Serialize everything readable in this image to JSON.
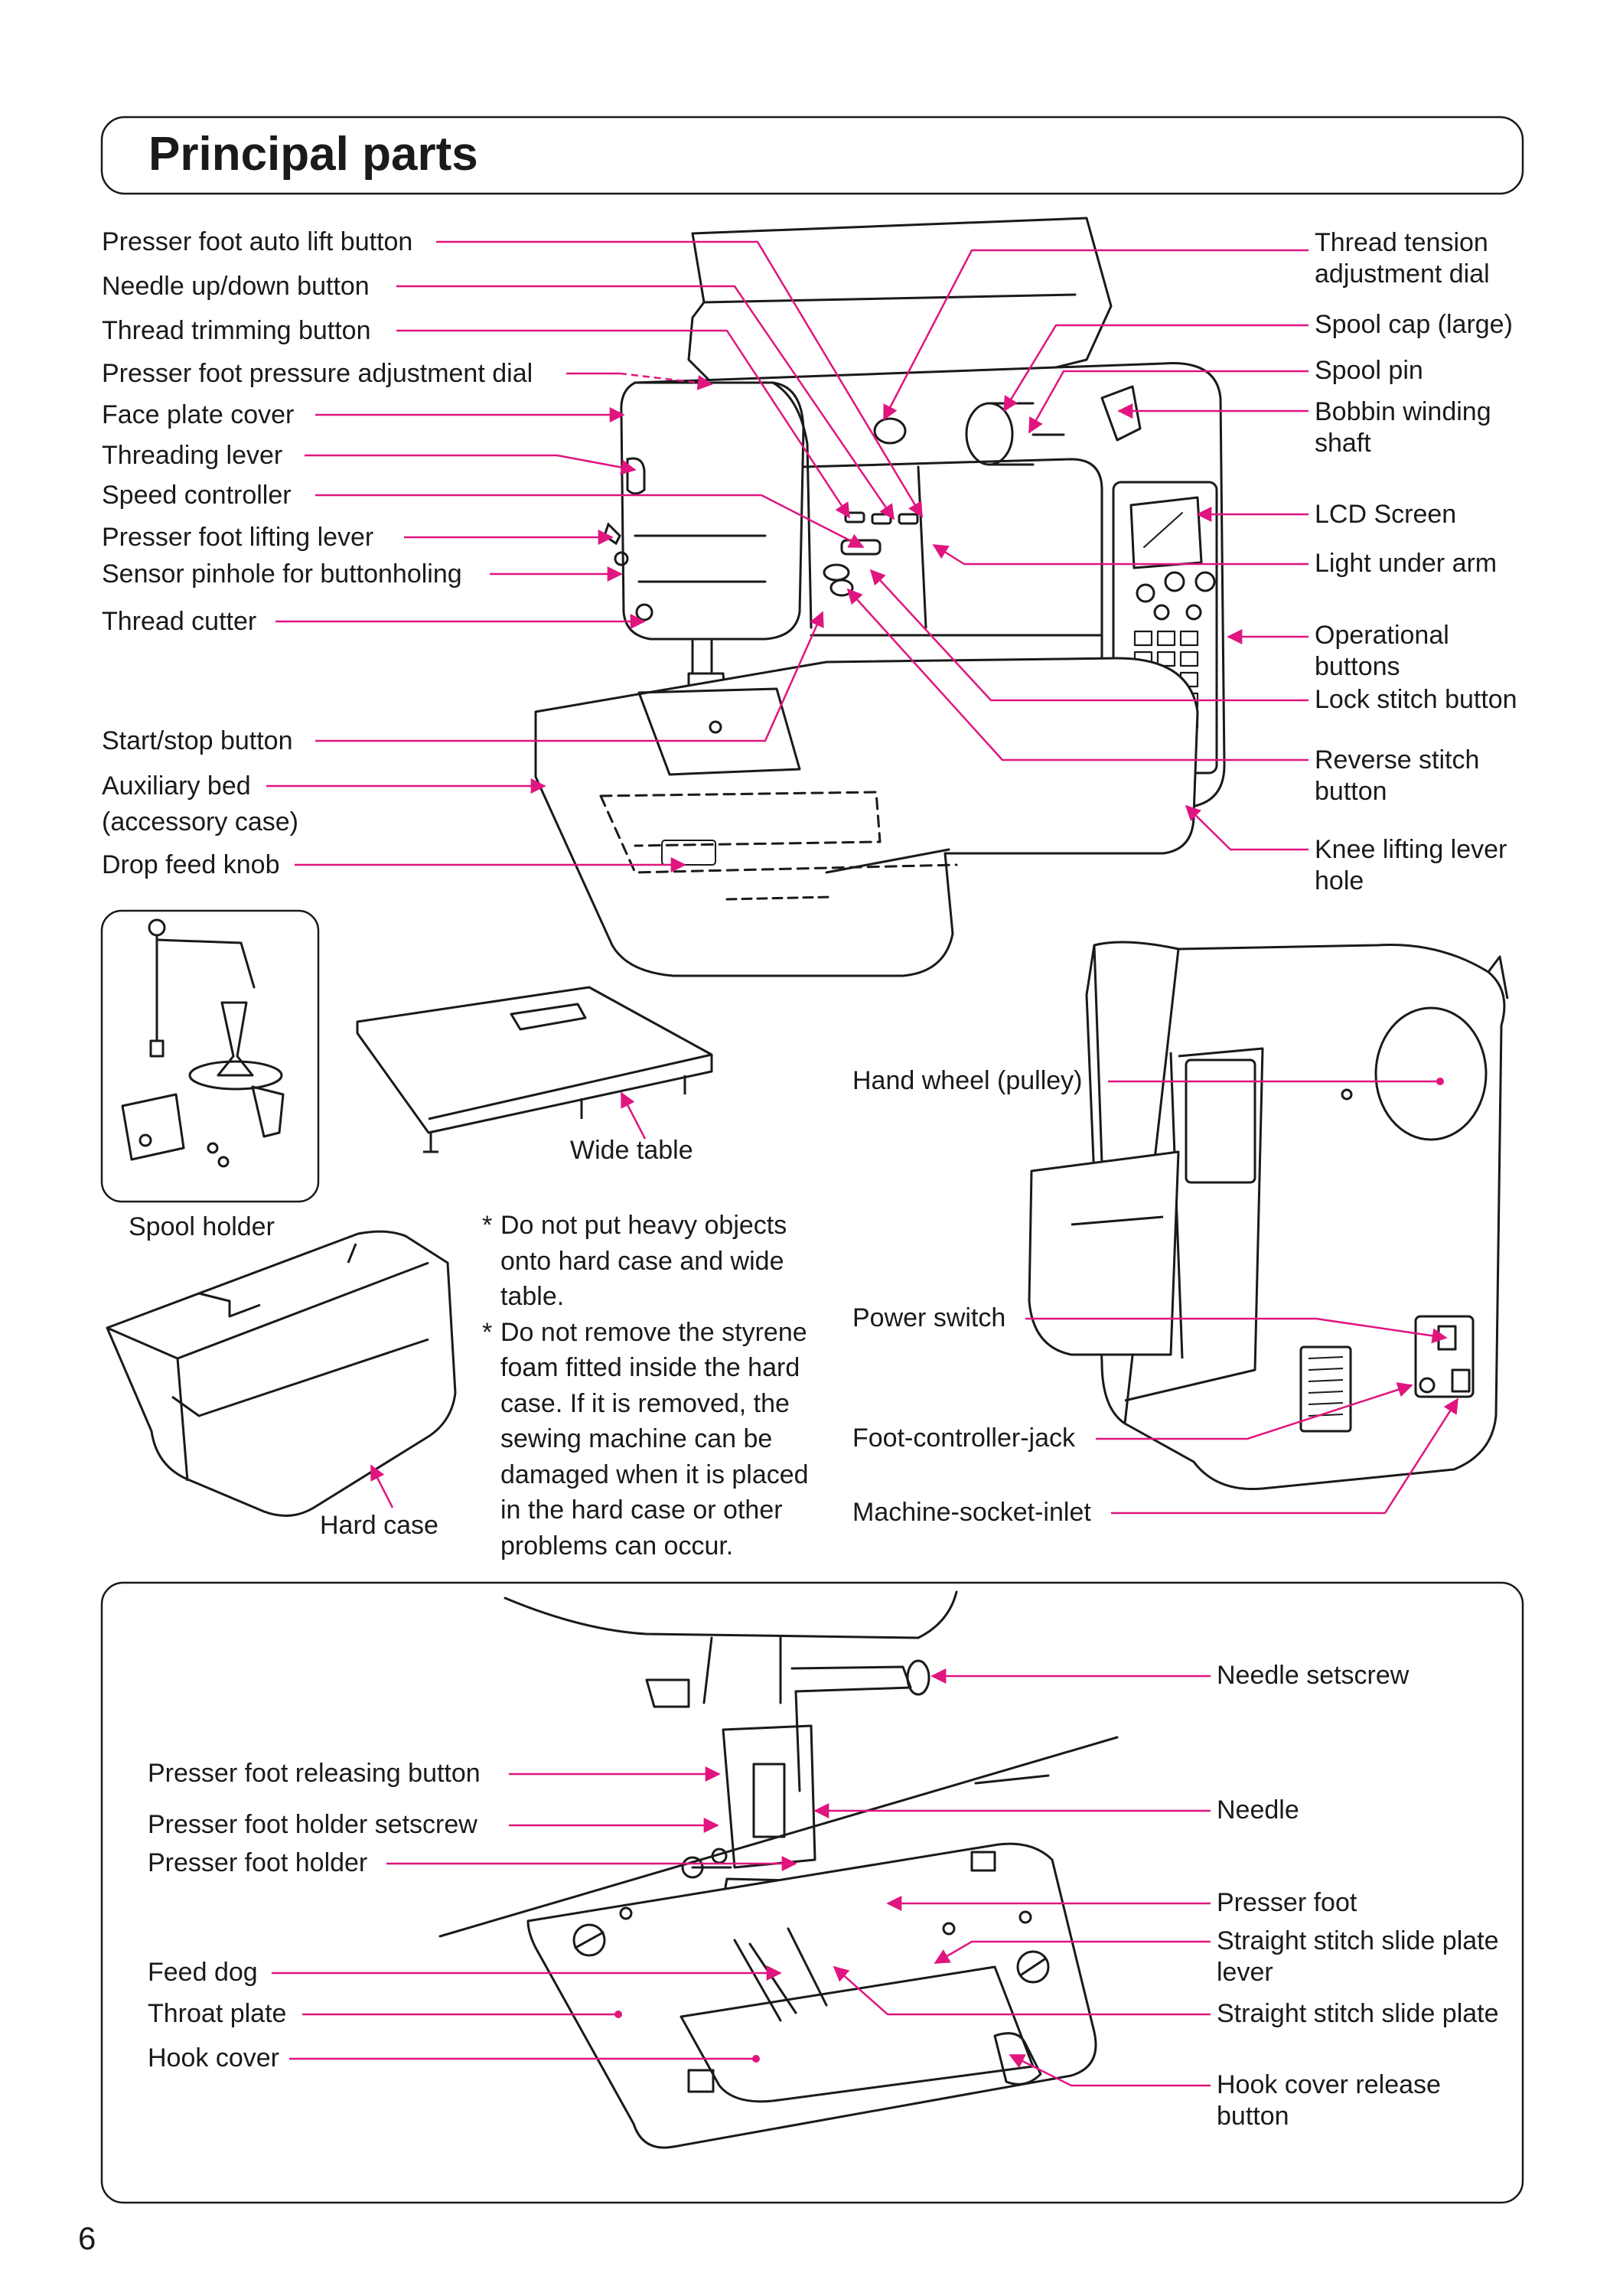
{
  "page": {
    "title": "Principal parts",
    "page_number": "6",
    "accent_color": "#e0157f",
    "line_color": "#1a1a1a"
  },
  "main_labels": {
    "presser_foot_auto_lift_button": "Presser foot auto lift button",
    "needle_up_down_button": "Needle up/down button",
    "thread_trimming_button": "Thread trimming button",
    "presser_foot_pressure_dial": "Presser foot pressure adjustment dial",
    "face_plate_cover": "Face plate cover",
    "threading_lever": "Threading lever",
    "speed_controller": "Speed controller",
    "presser_foot_lifting_lever": "Presser foot lifting lever",
    "sensor_pinhole": "Sensor pinhole for buttonholing",
    "thread_cutter": "Thread cutter",
    "start_stop_button": "Start/stop button",
    "auxiliary_bed_1": "Auxiliary bed",
    "auxiliary_bed_2": "(accessory case)",
    "drop_feed_knob": "Drop feed knob",
    "thread_tension_1": "Thread tension",
    "thread_tension_2": "adjustment dial",
    "spool_cap_large": "Spool cap (large)",
    "spool_pin": "Spool pin",
    "bobbin_winding_1": "Bobbin winding",
    "bobbin_winding_2": "shaft",
    "lcd_screen": "LCD Screen",
    "light_under_arm": "Light under arm",
    "operational_buttons_1": "Operational",
    "operational_buttons_2": "buttons",
    "lock_stitch_button": "Lock stitch button",
    "reverse_stitch_1": "Reverse stitch",
    "reverse_stitch_2": "button",
    "knee_lifting_1": "Knee lifting lever",
    "knee_lifting_2": "hole"
  },
  "accessories": {
    "spool_holder": "Spool holder",
    "wide_table": "Wide table",
    "hard_case": "Hard case"
  },
  "notes": [
    {
      "mark": "*",
      "text": "Do not put heavy objects onto hard case and wide table."
    },
    {
      "mark": "*",
      "text": "Do not remove the styrene foam fitted inside the hard case. If it is removed, the sewing machine can be damaged when it is placed in the hard case or other problems can occur."
    }
  ],
  "rear_labels": {
    "hand_wheel": "Hand wheel (pulley)",
    "power_switch": "Power switch",
    "foot_controller_jack": "Foot-controller-jack",
    "machine_socket_inlet": "Machine-socket-inlet"
  },
  "needle_area_labels": {
    "needle_setscrew": "Needle setscrew",
    "presser_foot_releasing_button": "Presser foot releasing button",
    "presser_foot_holder_setscrew": "Presser foot holder setscrew",
    "presser_foot_holder": "Presser foot holder",
    "needle": "Needle",
    "presser_foot": "Presser foot",
    "straight_slide_lever_1": "Straight stitch slide plate",
    "straight_slide_lever_2": "lever",
    "feed_dog": "Feed dog",
    "throat_plate": "Throat plate",
    "straight_slide_plate": "Straight stitch slide plate",
    "hook_cover": "Hook cover",
    "hook_cover_release_1": "Hook cover release",
    "hook_cover_release_2": "button"
  }
}
